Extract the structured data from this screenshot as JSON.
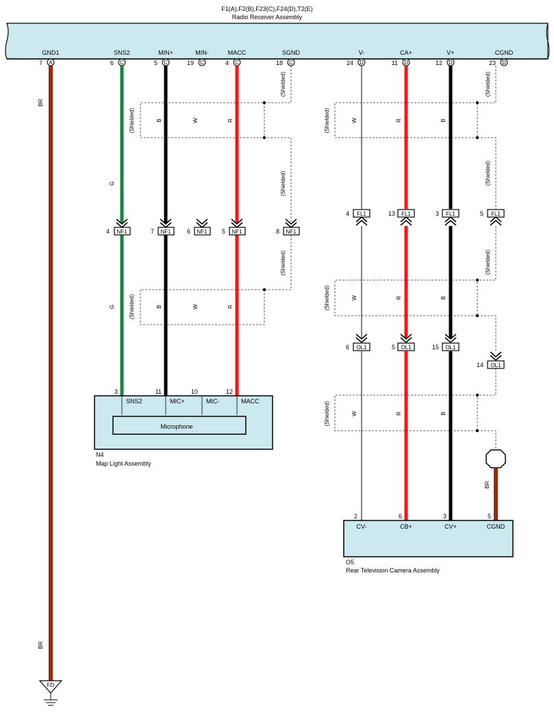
{
  "header": {
    "connectors": "F1(A),F2(B),F23(C),F24(D),T2(E)",
    "component": "Radio Receiver Assembly"
  },
  "colors": {
    "assembly_fill": "#cce9f0",
    "brown": "#9a2a0a",
    "green": "#0e8a3a",
    "black": "#000000",
    "red": "#ff1414",
    "white_wire": "#000000",
    "shield": "#333333"
  },
  "radio_pins": [
    {
      "name": "GND1",
      "num": "7",
      "conn": "A"
    },
    {
      "name": "SNS2",
      "num": "6",
      "conn": "C"
    },
    {
      "name": "MIN+",
      "num": "5",
      "conn": "C"
    },
    {
      "name": "MIN-",
      "num": "19",
      "conn": "C"
    },
    {
      "name": "MACC",
      "num": "4",
      "conn": "C"
    },
    {
      "name": "SGND",
      "num": "18",
      "conn": "C"
    },
    {
      "name": "V-",
      "num": "24",
      "conn": "D"
    },
    {
      "name": "CA+",
      "num": "11",
      "conn": "D"
    },
    {
      "name": "V+",
      "num": "12",
      "conn": "D"
    },
    {
      "name": "CGND",
      "num": "23",
      "conn": "D"
    }
  ],
  "wire_labels": {
    "br": "BR",
    "g": "G",
    "b": "B",
    "w": "W",
    "r": "R",
    "shielded": "(Shielded)"
  },
  "nf1_connectors": [
    {
      "num": "4",
      "label": "NF1"
    },
    {
      "num": "7",
      "label": "NF1"
    },
    {
      "num": "6",
      "label": "NF1"
    },
    {
      "num": "5",
      "label": "NF1"
    },
    {
      "num": "8",
      "label": "NF1"
    }
  ],
  "fl1_connectors": [
    {
      "num": "4",
      "label": "FL1"
    },
    {
      "num": "13",
      "label": "FL1"
    },
    {
      "num": "3",
      "label": "FL1"
    },
    {
      "num": "5",
      "label": "FL1"
    }
  ],
  "ol1_connectors": [
    {
      "num": "6",
      "label": "OL1"
    },
    {
      "num": "5",
      "label": "OL1"
    },
    {
      "num": "15",
      "label": "OL1"
    },
    {
      "num": "14",
      "label": "OL1"
    }
  ],
  "map_light": {
    "pins": [
      {
        "num": "3",
        "name": "SNS2"
      },
      {
        "num": "11",
        "name": "MIC+"
      },
      {
        "num": "10",
        "name": "MIC-"
      },
      {
        "num": "12",
        "name": "MACC"
      }
    ],
    "inner": "Microphone",
    "code": "N4",
    "name": "Map Light Assembly"
  },
  "camera": {
    "pins": [
      {
        "num": "2",
        "name": "CV-"
      },
      {
        "num": "6",
        "name": "CB+"
      },
      {
        "num": "3",
        "name": "CV+"
      },
      {
        "num": "5",
        "name": "CGND"
      }
    ],
    "code": "O5",
    "name": "Rear Television Camera Assembly"
  },
  "ground": {
    "label": "FD"
  }
}
